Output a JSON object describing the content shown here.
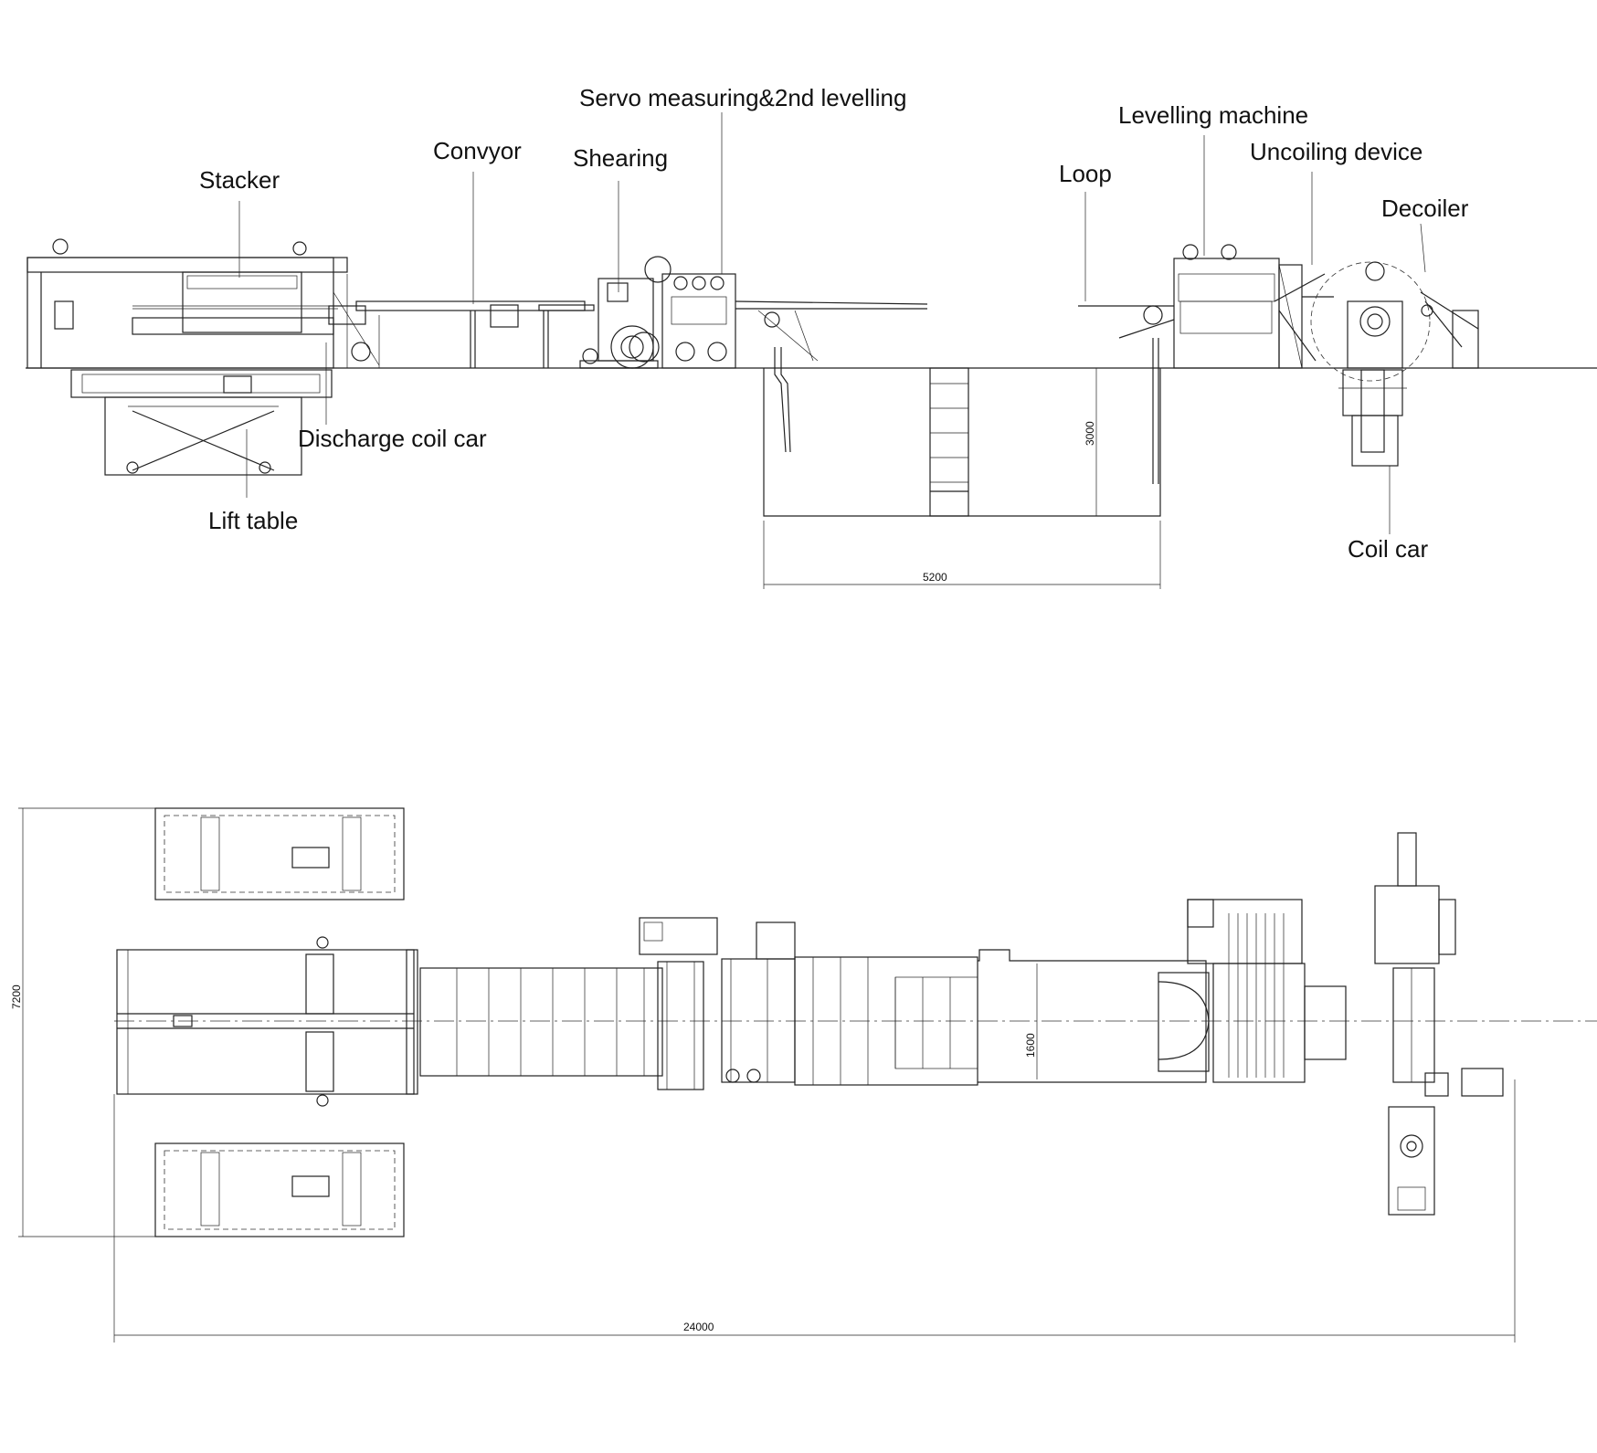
{
  "labels": {
    "stacker": "Stacker",
    "convyor": "Convyor",
    "shearing": "Shearing",
    "servo": "Servo measuring&2nd levelling",
    "loop": "Loop",
    "levelling": "Levelling machine",
    "uncoiling": "Uncoiling device",
    "decoiler": "Decoiler",
    "discharge": "Discharge coil car",
    "lift_table": "Lift table",
    "coil_car": "Coil car"
  },
  "dimensions": {
    "loop_depth": "3000",
    "loop_length": "5200",
    "line_width": "7200",
    "strip_width": "1600",
    "line_length": "24000"
  }
}
